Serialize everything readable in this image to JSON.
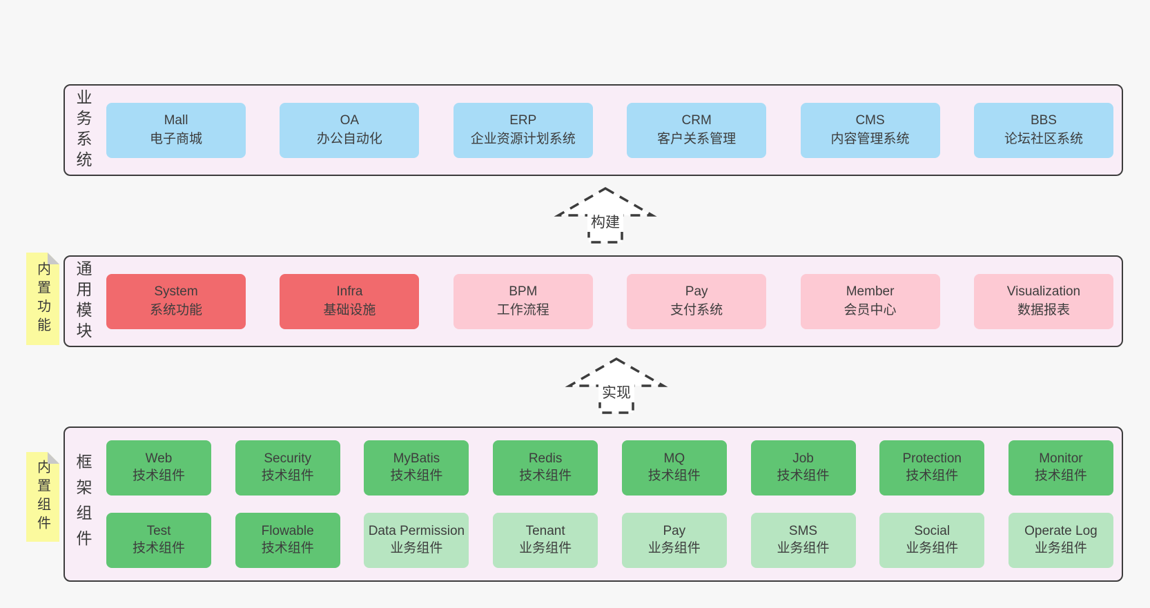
{
  "colors": {
    "page_bg": "#f7f7f7",
    "layer_bg": "#f9edf7",
    "layer_border": "#3c3c3c",
    "blue_box": "#a8dcf7",
    "red_box": "#f16a6d",
    "pink_box": "#fdc9d3",
    "green_dark_box": "#60c573",
    "green_light_box": "#b7e5c1",
    "note_bg": "#fbfa9e",
    "note_fold": "#c9c9c9",
    "text": "#3d3d3d"
  },
  "arrows": [
    {
      "label": "构建"
    },
    {
      "label": "实现"
    }
  ],
  "layers": [
    {
      "label": "业务系统",
      "boxes": [
        {
          "name": "Mall",
          "desc": "电子商城"
        },
        {
          "name": "OA",
          "desc": "办公自动化"
        },
        {
          "name": "ERP",
          "desc": "企业资源计划系统"
        },
        {
          "name": "CRM",
          "desc": "客户关系管理"
        },
        {
          "name": "CMS",
          "desc": "内容管理系统"
        },
        {
          "name": "BBS",
          "desc": "论坛社区系统"
        }
      ]
    },
    {
      "label": "通用模块",
      "note": "内置功能",
      "boxes": [
        {
          "name": "System",
          "desc": "系统功能",
          "variant": "red"
        },
        {
          "name": "Infra",
          "desc": "基础设施",
          "variant": "red"
        },
        {
          "name": "BPM",
          "desc": "工作流程",
          "variant": "pink"
        },
        {
          "name": "Pay",
          "desc": "支付系统",
          "variant": "pink"
        },
        {
          "name": "Member",
          "desc": "会员中心",
          "variant": "pink"
        },
        {
          "name": "Visualization",
          "desc": "数据报表",
          "variant": "pink"
        }
      ]
    },
    {
      "label": "框架组件",
      "note": "内置组件",
      "rows": [
        [
          {
            "name": "Web",
            "desc": "技术组件",
            "variant": "green-dark"
          },
          {
            "name": "Security",
            "desc": "技术组件",
            "variant": "green-dark"
          },
          {
            "name": "MyBatis",
            "desc": "技术组件",
            "variant": "green-dark"
          },
          {
            "name": "Redis",
            "desc": "技术组件",
            "variant": "green-dark"
          },
          {
            "name": "MQ",
            "desc": "技术组件",
            "variant": "green-dark"
          },
          {
            "name": "Job",
            "desc": "技术组件",
            "variant": "green-dark"
          },
          {
            "name": "Protection",
            "desc": "技术组件",
            "variant": "green-dark"
          },
          {
            "name": "Monitor",
            "desc": "技术组件",
            "variant": "green-dark"
          }
        ],
        [
          {
            "name": "Test",
            "desc": "技术组件",
            "variant": "green-dark"
          },
          {
            "name": "Flowable",
            "desc": "技术组件",
            "variant": "green-dark"
          },
          {
            "name": "Data Permission",
            "desc": "业务组件",
            "variant": "green-light"
          },
          {
            "name": "Tenant",
            "desc": "业务组件",
            "variant": "green-light"
          },
          {
            "name": "Pay",
            "desc": "业务组件",
            "variant": "green-light"
          },
          {
            "name": "SMS",
            "desc": "业务组件",
            "variant": "green-light"
          },
          {
            "name": "Social",
            "desc": "业务组件",
            "variant": "green-light"
          },
          {
            "name": "Operate Log",
            "desc": "业务组件",
            "variant": "green-light"
          }
        ]
      ]
    }
  ]
}
